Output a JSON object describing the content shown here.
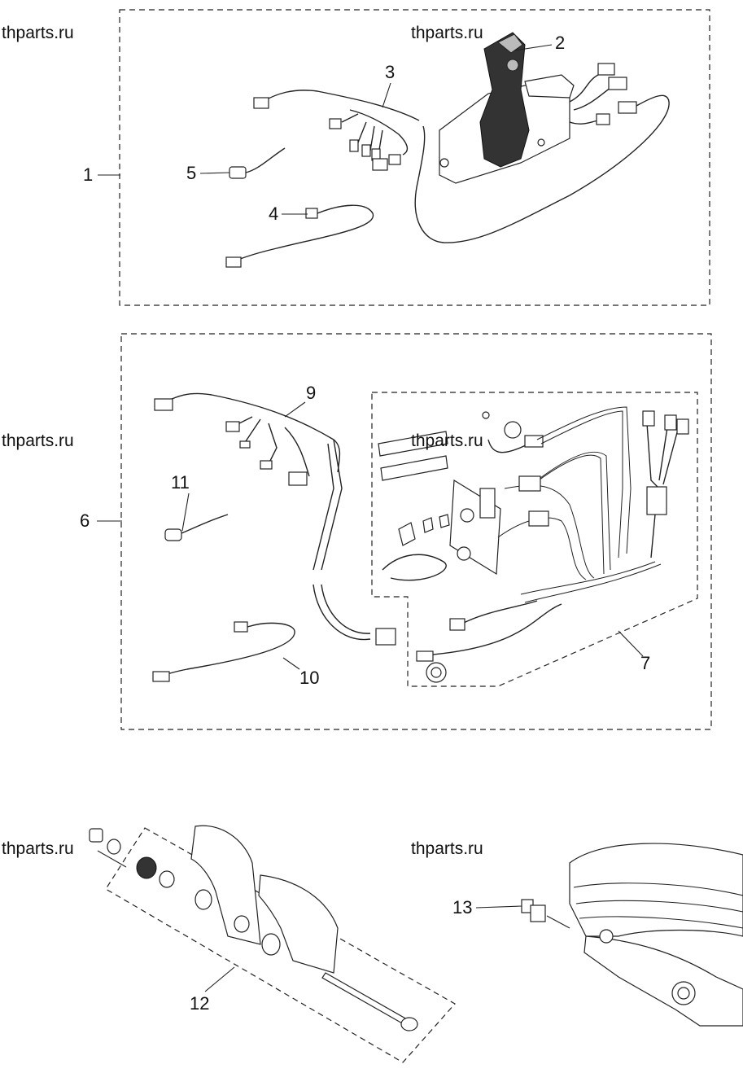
{
  "watermarks": [
    "thparts.ru",
    "thparts.ru",
    "thparts.ru",
    "thparts.ru",
    "thparts.ru",
    "thparts.ru"
  ],
  "callouts": {
    "c1": "1",
    "c2": "2",
    "c3": "3",
    "c4": "4",
    "c5": "5",
    "c6": "6",
    "c7": "7",
    "c9": "9",
    "c10": "10",
    "c11": "11",
    "c12": "12",
    "c13": "13"
  }
}
